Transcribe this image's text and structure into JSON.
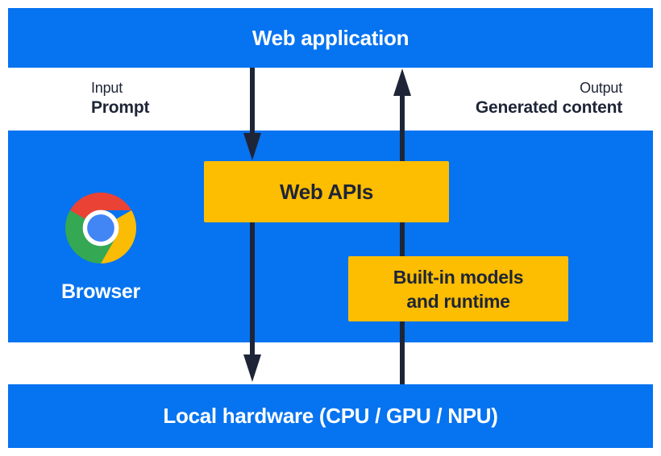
{
  "title_bar": {
    "label": "Web application"
  },
  "flow_labels": {
    "input_caption": "Input",
    "input_value": "Prompt",
    "output_caption": "Output",
    "output_value": "Generated content"
  },
  "browser_block": {
    "browser_label": "Browser",
    "web_apis_label": "Web APIs",
    "builtin_models_lines": [
      "Built-in models",
      "and runtime"
    ]
  },
  "hardware_bar": {
    "label": "Local hardware (CPU / GPU / NPU)"
  },
  "icons": {
    "chrome_icon": "chrome-browser-logo"
  },
  "colors": {
    "primary_blue": "#0673F0",
    "accent_yellow": "#FDBD00",
    "dark_navy": "#1E2537",
    "white": "#FFFFFF",
    "chrome_red": "#EA4335",
    "chrome_yellow": "#FBBC05",
    "chrome_green": "#34A853",
    "chrome_blue": "#4285F4"
  }
}
